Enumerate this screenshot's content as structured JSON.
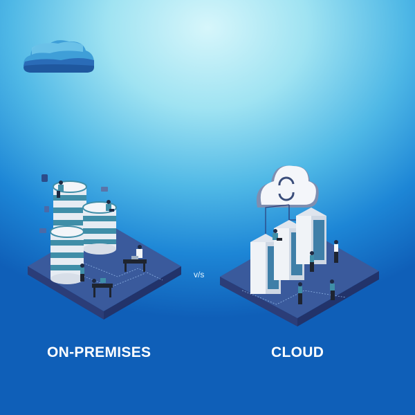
{
  "illustration": {
    "logo_icon": "cloud-logo-icon",
    "left": {
      "label": "ON-PREMISES",
      "scene": "database-cylinders-with-people"
    },
    "separator": "v/s",
    "right": {
      "label": "CLOUD",
      "scene": "cloud-servers-with-people"
    },
    "colors": {
      "platform_top": "#3b5e9e",
      "platform_side": "#2a3f7a",
      "cylinder_white": "#e9eef4",
      "cylinder_teal": "#3f8ea8",
      "server_white": "#eef2f6",
      "label_text": "#ffffff"
    }
  }
}
